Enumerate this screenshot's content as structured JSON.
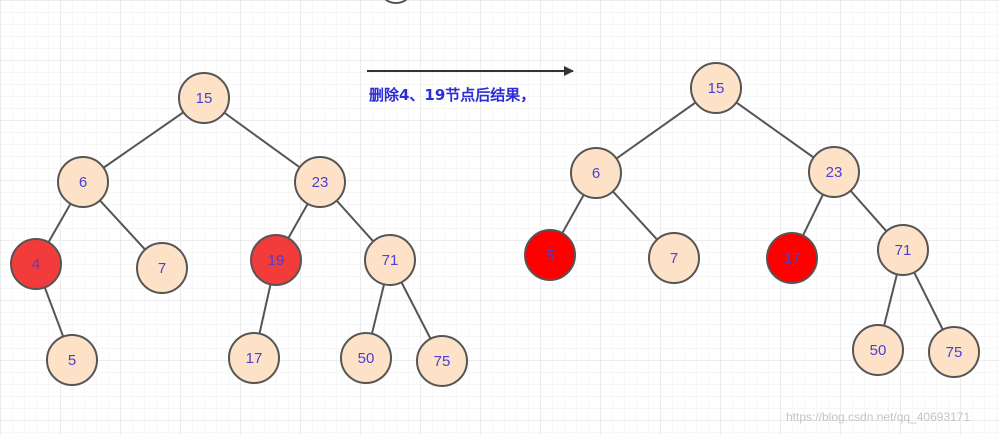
{
  "caption": "删除4、19节点后结果，",
  "watermark": "https://blog.csdn.net/qq_40693171",
  "colors": {
    "node_fill": "#fde2c8",
    "node_stroke": "#555555",
    "red_fill_left": "#f23b3b",
    "red_fill_right": "#ff0000",
    "label": "#4b3fd6",
    "edge": "#555555",
    "caption": "#2d2dd6"
  },
  "trees": [
    {
      "name": "before",
      "nodes": [
        {
          "id": "l15",
          "label": "15",
          "color": "beige"
        },
        {
          "id": "l6",
          "label": "6",
          "color": "beige"
        },
        {
          "id": "l23",
          "label": "23",
          "color": "beige"
        },
        {
          "id": "l4",
          "label": "4",
          "color": "red"
        },
        {
          "id": "l7",
          "label": "7",
          "color": "beige"
        },
        {
          "id": "l19",
          "label": "19",
          "color": "red"
        },
        {
          "id": "l71",
          "label": "71",
          "color": "beige"
        },
        {
          "id": "l5",
          "label": "5",
          "color": "beige"
        },
        {
          "id": "l17",
          "label": "17",
          "color": "beige"
        },
        {
          "id": "l50",
          "label": "50",
          "color": "beige"
        },
        {
          "id": "l75",
          "label": "75",
          "color": "beige"
        }
      ],
      "edges": [
        [
          "l15",
          "l6"
        ],
        [
          "l15",
          "l23"
        ],
        [
          "l6",
          "l4"
        ],
        [
          "l6",
          "l7"
        ],
        [
          "l23",
          "l19"
        ],
        [
          "l23",
          "l71"
        ],
        [
          "l4",
          "l5"
        ],
        [
          "l19",
          "l17"
        ],
        [
          "l71",
          "l50"
        ],
        [
          "l71",
          "l75"
        ]
      ]
    },
    {
      "name": "after",
      "nodes": [
        {
          "id": "r15",
          "label": "15",
          "color": "beige"
        },
        {
          "id": "r6",
          "label": "6",
          "color": "beige"
        },
        {
          "id": "r23",
          "label": "23",
          "color": "beige"
        },
        {
          "id": "r5",
          "label": "5",
          "color": "red"
        },
        {
          "id": "r7",
          "label": "7",
          "color": "beige"
        },
        {
          "id": "r17",
          "label": "17",
          "color": "red"
        },
        {
          "id": "r71",
          "label": "71",
          "color": "beige"
        },
        {
          "id": "r50",
          "label": "50",
          "color": "beige"
        },
        {
          "id": "r75",
          "label": "75",
          "color": "beige"
        }
      ],
      "edges": [
        [
          "r15",
          "r6"
        ],
        [
          "r15",
          "r23"
        ],
        [
          "r6",
          "r5"
        ],
        [
          "r6",
          "r7"
        ],
        [
          "r23",
          "r17"
        ],
        [
          "r23",
          "r71"
        ],
        [
          "r71",
          "r50"
        ],
        [
          "r71",
          "r75"
        ]
      ]
    }
  ]
}
